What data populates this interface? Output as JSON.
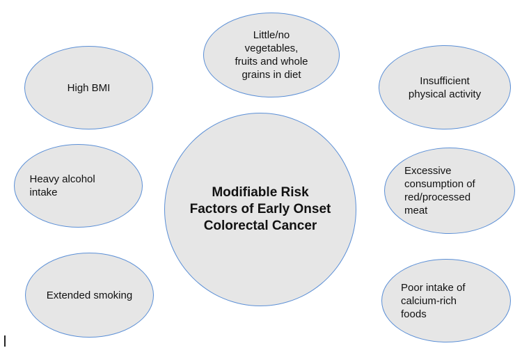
{
  "diagram": {
    "center": "Modifiable Risk Factors of Early Onset Colorectal Cancer",
    "factors": {
      "high_bmi": "High BMI",
      "diet": "Little/no vegetables, fruits and whole grains in diet",
      "activity": "Insufficient physical activity",
      "alcohol": "Heavy alcohol intake",
      "meat": "Excessive consumption of red/processed meat",
      "smoking": "Extended smoking",
      "calcium": "Poor intake of calcium-rich foods"
    }
  },
  "colors": {
    "node_fill": "#e6e6e6",
    "node_border": "#5b8fd6"
  }
}
